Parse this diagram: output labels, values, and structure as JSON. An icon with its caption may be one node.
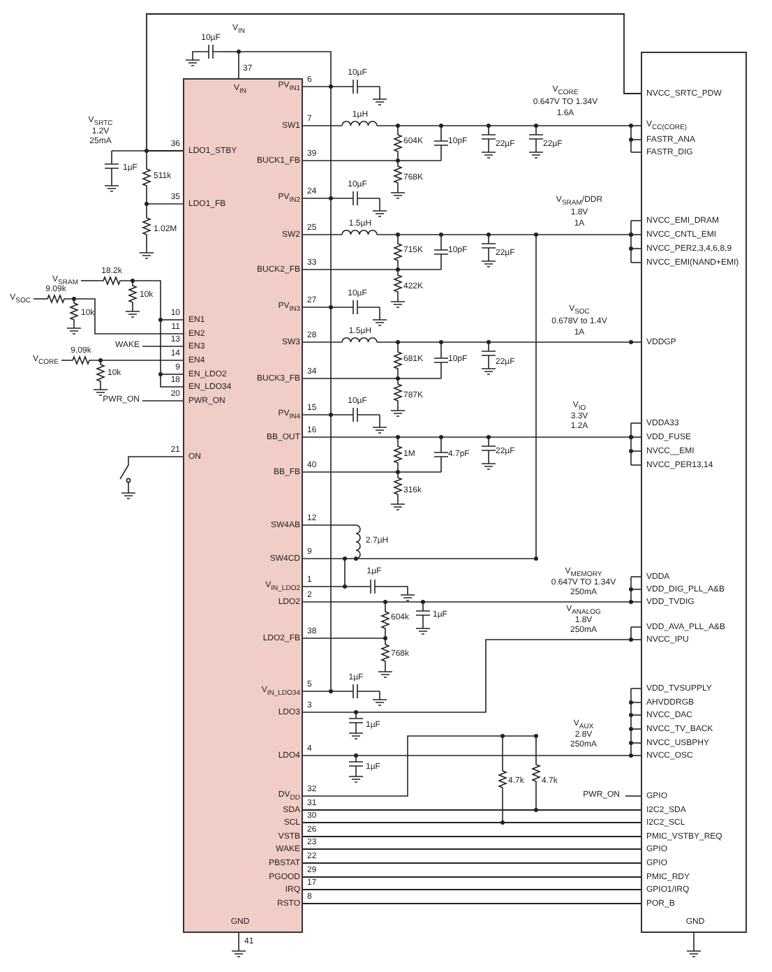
{
  "diagram": {
    "nodes": [
      {
        "text": [
          "V$_{IN}$",
          "LDO1_STBY",
          "LDO1_FB",
          "EN1",
          "EN2",
          "EN3",
          "EN4",
          "EN_LDO2",
          "EN_LDO34",
          "PWR_ON",
          "ON",
          "PV$_{IN1}$",
          "SW1",
          "BUCK1_FB",
          "PV$_{IN2}$",
          "SW2",
          "BUCK2_FB",
          "PV$_{IN3}$",
          "SW3",
          "BUCK3_FB",
          "PV$_{IN4}$",
          "BB_OUT",
          "BB_FB",
          "SW4AB",
          "SW4CD",
          "V$_{IN_LDO2}$",
          "LDO2",
          "LDO2_FB",
          "V$_{IN_LDO34}$",
          "LDO3",
          "LDO4",
          "DV$_{DD}$",
          "SDA",
          "SCL",
          "VSTB",
          "WAKE",
          "PBSTAT",
          "PGOOD",
          "IRQ",
          "RSTO",
          "GND"
        ]
      },
      {
        "text": [
          "NVCC_SRTC_PDW",
          "V$_{CC(CORE)}$",
          "FASTR_ANA",
          "FASTR_DIG",
          "NVCC_EMI_DRAM",
          "NVCC_CNTL_EMI",
          "NVCC_PER2,3,4,6,8,9",
          "NVCC_EMI(NAND+EMI)",
          "VDDGP",
          "VDDA33",
          "VDD_FUSE",
          "NVCC__EMI",
          "NVCC_PER13,14",
          "VDDA",
          "VDD_DIG_PLL_A&B",
          "VDD_TVDIG",
          "VDD_AVA_PLL_A&B",
          "NVCC_IPU",
          "VDD_TVSUPPLY",
          "AHVDDRGB",
          "NVCC_DAC",
          "NVCC_TV_BACK",
          "NVCC_USBPHY",
          "NVCC_OSC",
          "GPIO",
          "I2C2_SDA",
          "I2C2_SCL",
          "PMIC_VSTBY_REQ",
          "GPIO",
          "GPIO",
          "PMIC_RDY",
          "GPIO1/IRQ",
          "POR_B",
          "GND"
        ]
      }
    ],
    "edges": [
      {
        "from": 0,
        "to": 1,
        "arrow": "none"
      },
      {
        "from": 0,
        "to": 1,
        "arrow": "none"
      },
      {
        "from": 0,
        "to": 1,
        "arrow": "none"
      },
      {
        "from": 0,
        "to": 1,
        "arrow": "none"
      },
      {
        "from": 0,
        "to": 1,
        "arrow": "none"
      },
      {
        "from": 0,
        "to": 1,
        "arrow": "none"
      },
      {
        "from": 0,
        "to": 1,
        "arrow": "none"
      },
      {
        "from": 0,
        "to": 1,
        "arrow": "none"
      },
      {
        "from": 0,
        "to": 1,
        "arrow": "none"
      }
    ],
    "labels": [
      "37",
      "36",
      "35",
      "10",
      "11",
      "13",
      "14",
      "9",
      "18",
      "20",
      "21",
      "6",
      "7",
      "39",
      "24",
      "25",
      "33",
      "27",
      "28",
      "34",
      "15",
      "16",
      "40",
      "12",
      "9",
      "1",
      "2",
      "38",
      "5",
      "3",
      "4",
      "32",
      "31",
      "30",
      "26",
      "23",
      "22",
      "29",
      "17",
      "8",
      "41",
      "V$_{IN}$",
      "10µF",
      "V$_{SRTC}$",
      "1.2V",
      "25mA",
      "1µF",
      "511k",
      "1.02M",
      "V$_{SRAM}$",
      "18.2k",
      "10k",
      "V$_{SOC}$",
      "9.09k",
      "10k",
      "WAKE",
      "V$_{CORE}$",
      "9.09k",
      "10k",
      "PWR_ON",
      "10µF",
      "1µH",
      "604K",
      "10pF",
      "22µF",
      "22µF",
      "768K",
      "V$_{CORE}$",
      "0.647V TO 1.34V",
      "1.6A",
      "10µF",
      "1.5µH",
      "715K",
      "10pF",
      "22µF",
      "422K",
      "V$_{SRAM}$/DDR",
      "1.8V",
      "1A",
      "10µF",
      "1.5µH",
      "681K",
      "10pF",
      "22µF",
      "787K",
      "V$_{SOC}$",
      "0.678V to 1.4V",
      "1A",
      "10µF",
      "1M",
      "4.7pF",
      "22µF",
      "316k",
      "V$_{IO}$",
      "3.3V",
      "1.2A",
      "2.7µH",
      "1µF",
      "V$_{MEMORY}$",
      "0.647V TO 1.34V",
      "250mA",
      "604k",
      "1µF",
      "768k",
      "V$_{ANALOG}$",
      "1.8V",
      "250mA",
      "1µF",
      "1µF",
      "1µF",
      "V$_{AUX}$",
      "2.8V",
      "250mA",
      "4.7k",
      "4.7k",
      "PWR_ON"
    ]
  }
}
